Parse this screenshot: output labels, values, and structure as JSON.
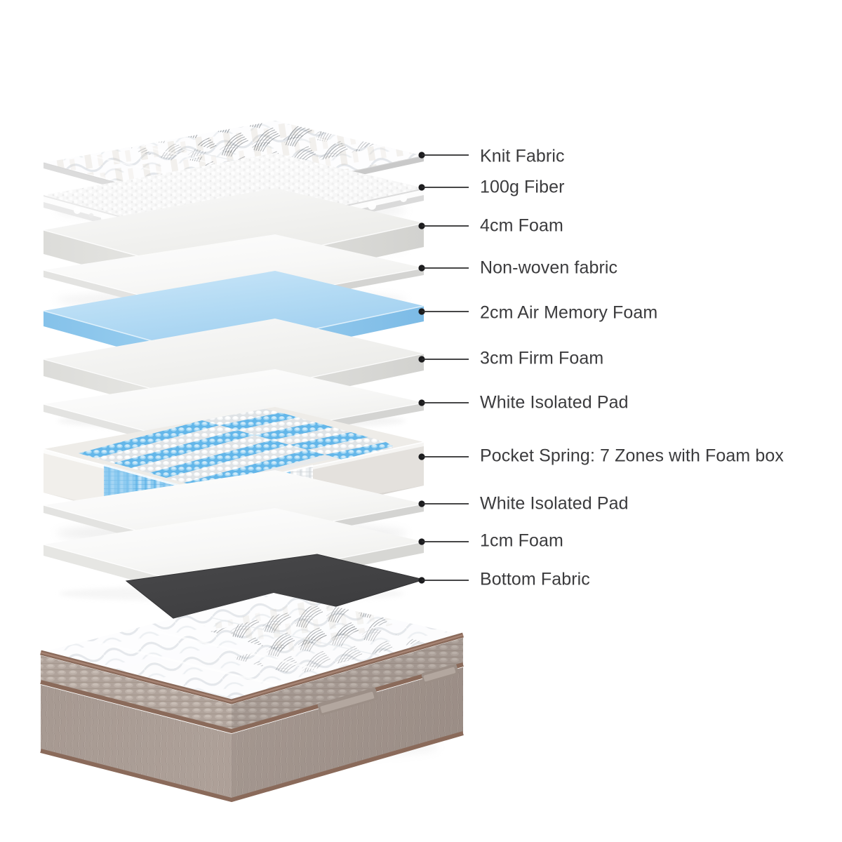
{
  "diagram": {
    "type": "exploded-view",
    "subject": "Pocket spring pillow-top mattress construction",
    "layer_count": 11,
    "colors": {
      "background": "#ffffff",
      "label_text": "#3b3b3d",
      "leader_line": "#2b2b2d",
      "foam_white": "#f2f2f0",
      "foam_edge": "#e2e2e0",
      "memory_foam_blue": "#b7dcf4",
      "memory_foam_blue_edge": "#8cc7ee",
      "spring_blue": "#5fb4e8",
      "spring_white": "#f4f5f6",
      "foam_box": "#eceae6",
      "bottom_fabric": "#3a3a3c",
      "mattress_side": "#a89a92",
      "mattress_trim": "#8a6a5a",
      "quilt_white": "#fbfbfc"
    },
    "layers": [
      {
        "index": 1,
        "label": "Knit Fabric",
        "material": "quilted-knit",
        "thickness": "thin",
        "color": "#fbfbfc"
      },
      {
        "index": 2,
        "label": "100g Fiber",
        "material": "fiber-fill",
        "thickness": "medium",
        "color": "#f6f6f6"
      },
      {
        "index": 3,
        "label": "4cm Foam",
        "material": "foam",
        "thickness": "thick",
        "color": "#f0f0ee"
      },
      {
        "index": 4,
        "label": "Non-woven fabric",
        "material": "non-woven",
        "thickness": "thin",
        "color": "#f4f4f2"
      },
      {
        "index": 5,
        "label": "2cm Air Memory Foam",
        "material": "memory-foam",
        "thickness": "medium",
        "color": "#b7dcf4"
      },
      {
        "index": 6,
        "label": "3cm Firm Foam",
        "material": "foam",
        "thickness": "medium",
        "color": "#f0f0ee"
      },
      {
        "index": 7,
        "label": "White Isolated Pad",
        "material": "pad",
        "thickness": "thin",
        "color": "#f4f4f2"
      },
      {
        "index": 8,
        "label": "Pocket Spring: 7 Zones with Foam box",
        "material": "pocket-spring",
        "thickness": "very-thick",
        "color": "#5fb4e8"
      },
      {
        "index": 9,
        "label": "White Isolated Pad",
        "material": "pad",
        "thickness": "thin",
        "color": "#f4f4f2"
      },
      {
        "index": 10,
        "label": "1cm Foam",
        "material": "foam",
        "thickness": "thin",
        "color": "#f2f2f0"
      },
      {
        "index": 11,
        "label": "Bottom Fabric",
        "material": "woven-fabric",
        "thickness": "thin",
        "color": "#3a3a3c"
      }
    ],
    "assembled_product": {
      "name": "Assembled mattress",
      "side_panel": "quilted taupe border fabric",
      "top_panel": "white quilted knit pillow top",
      "trim": "brown piping"
    },
    "spring_zones": {
      "count": 7,
      "pattern": [
        "blue",
        "white",
        "blue",
        "white",
        "blue",
        "white",
        "blue"
      ],
      "border": "white foam box encasement"
    }
  }
}
